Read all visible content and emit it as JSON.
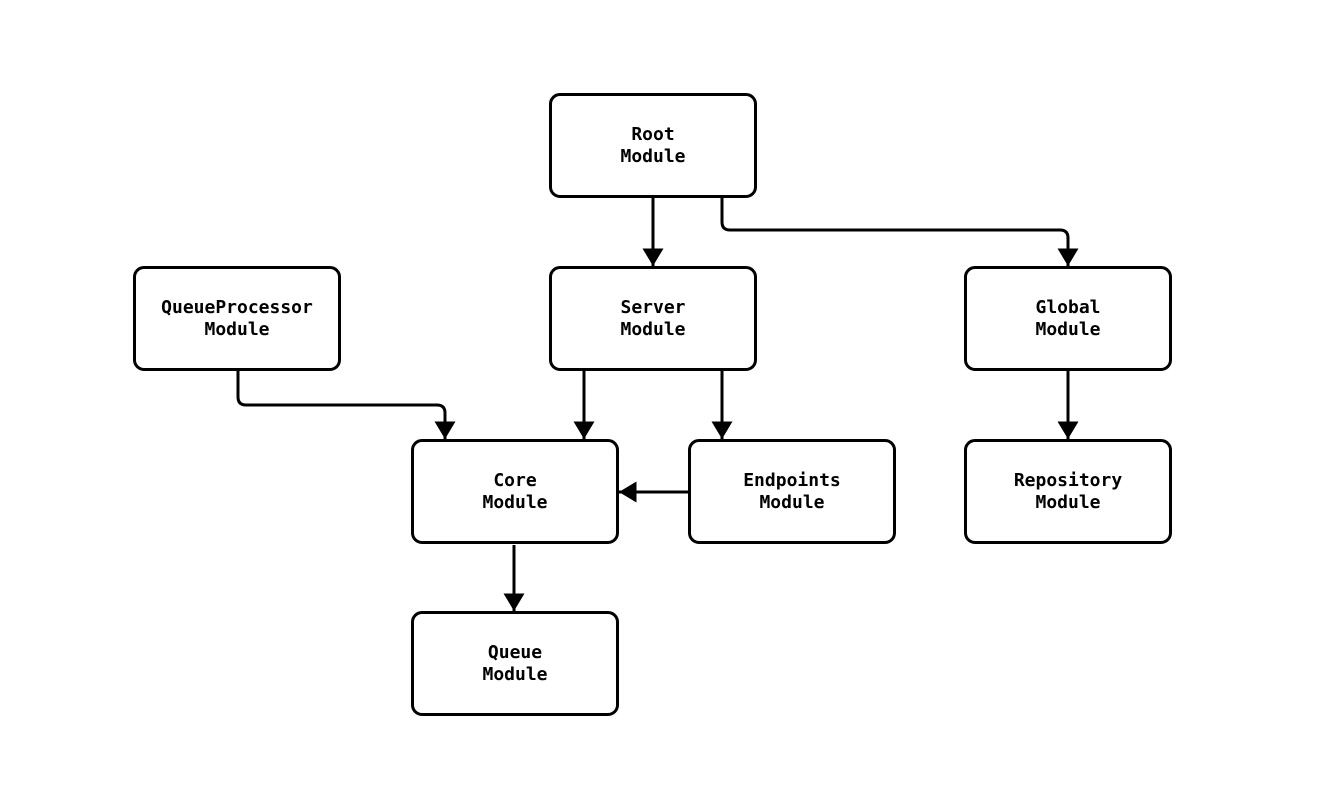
{
  "diagram": {
    "type": "module-dependency-flowchart",
    "colors": {
      "background": "#ffffff",
      "node_fill": "#ffffff",
      "node_border": "#000000",
      "line": "#000000",
      "text": "#000000"
    },
    "nodes": [
      {
        "id": "root",
        "label": "Root\nModule"
      },
      {
        "id": "server",
        "label": "Server\nModule"
      },
      {
        "id": "global",
        "label": "Global\nModule"
      },
      {
        "id": "queueprocessor",
        "label": "QueueProcessor\nModule"
      },
      {
        "id": "core",
        "label": "Core\nModule"
      },
      {
        "id": "endpoints",
        "label": "Endpoints\nModule"
      },
      {
        "id": "repository",
        "label": "Repository\nModule"
      },
      {
        "id": "queue",
        "label": "Queue\nModule"
      }
    ],
    "edges": [
      {
        "from": "root",
        "to": "server"
      },
      {
        "from": "root",
        "to": "global"
      },
      {
        "from": "queueprocessor",
        "to": "core"
      },
      {
        "from": "server",
        "to": "core"
      },
      {
        "from": "server",
        "to": "endpoints"
      },
      {
        "from": "endpoints",
        "to": "core"
      },
      {
        "from": "global",
        "to": "repository"
      },
      {
        "from": "core",
        "to": "queue"
      }
    ]
  }
}
